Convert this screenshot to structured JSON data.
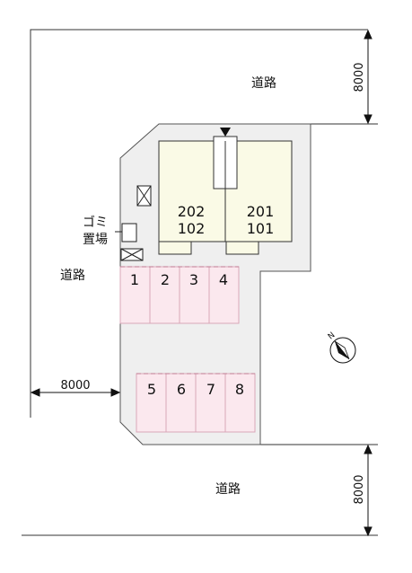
{
  "roads": {
    "north": "道路",
    "west": "道路",
    "south": "道路"
  },
  "dimensions": {
    "north_width": "8000",
    "west_width": "8000",
    "south_width": "8000"
  },
  "units": {
    "left_upper": "202",
    "left_lower": "102",
    "right_upper": "201",
    "right_lower": "101"
  },
  "garbage": {
    "line1": "ゴミ",
    "line2": "置場"
  },
  "parking": [
    "1",
    "2",
    "3",
    "4",
    "5",
    "6",
    "7",
    "8"
  ],
  "compass": {
    "label": "N"
  },
  "colors": {
    "lot": "#efefef",
    "building": "#fafae6",
    "parking": "#fbe8ee",
    "parking_border": "#d9a7b8"
  }
}
